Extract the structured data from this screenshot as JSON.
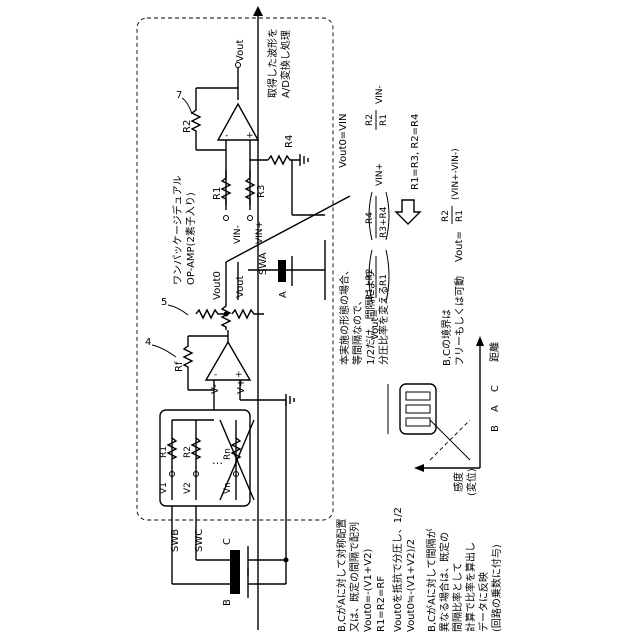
{
  "circuit": {
    "vout_label": "Vout",
    "a_d_note": [
      "取得した波形を",
      "A/D変換し処理"
    ],
    "op_amp_title": [
      "ワンパッケージデュアル",
      "OP-AMP(2素子入り)"
    ],
    "vout0_label": "Vout0",
    "vout_mid_label": "Vout",
    "swa_label": "SWA",
    "a_label": "A",
    "ref_7": "7",
    "ref_5": "5",
    "ref_4": "4",
    "r2": "R2",
    "r4": "R4",
    "r1": "R1",
    "r3": "R3",
    "rf": "Rf",
    "vin_minus": "VIN-",
    "vin_plus": "VIN+",
    "v_minus": "V-",
    "v_plus": "V+",
    "op_minus": "-",
    "op_plus": "+",
    "r1_left": "R1",
    "r2_left": "R2",
    "rn_left": "Rn",
    "v1": "V1",
    "v2": "V2",
    "vn": "Vn",
    "dots": "…",
    "swb_label": "SWB",
    "swc_label": "SWC",
    "c_label": "C",
    "b_label": "B"
  },
  "equations": {
    "vout0_eq": "Vout0=VIN",
    "main_prefix": "Vout=",
    "paren1_num": "R1+R2",
    "paren1_den": "R1",
    "paren2_num": "R4",
    "paren2_den": "R3+R4",
    "vin_plus_term": "VIN+",
    "minus_frac_num": "R2",
    "minus_frac_den": "R1",
    "vin_minus_term": "VIN-",
    "condition": "R1=R3, R2=R4",
    "result_prefix": "Vout=",
    "result_num": "R2",
    "result_den": "R1",
    "result_tail": "(VIN+-VIN-)"
  },
  "notes": {
    "embodiment": [
      "本実施の形態の場合、",
      "等間隔なので、",
      "1/2だけ、間隔により",
      "分圧比率を変える"
    ],
    "boundary": [
      "B,Cの境界は",
      "フリーもしくは可動"
    ],
    "axis_y": [
      "感度",
      "(変位)"
    ],
    "axis_x": "距離",
    "axis_ticks": [
      "B",
      "A",
      "C"
    ],
    "bc_symmetric": [
      "B,CがAに対して対称配置",
      "又は、既定の間隔で配列",
      "Vout0=-(V1+V2)",
      "R1=R2=RF"
    ],
    "divide": [
      "Vout0を抵抗で分圧し、1/2",
      "Vout0≒-(V1+V2)/2"
    ],
    "unequal": [
      "B,CがAに対して間隔が",
      "異なる場合は、既定の",
      "間隔比率として",
      "計算で比率を算出し",
      "データに反映",
      "(回路の乗数に付与)"
    ]
  }
}
